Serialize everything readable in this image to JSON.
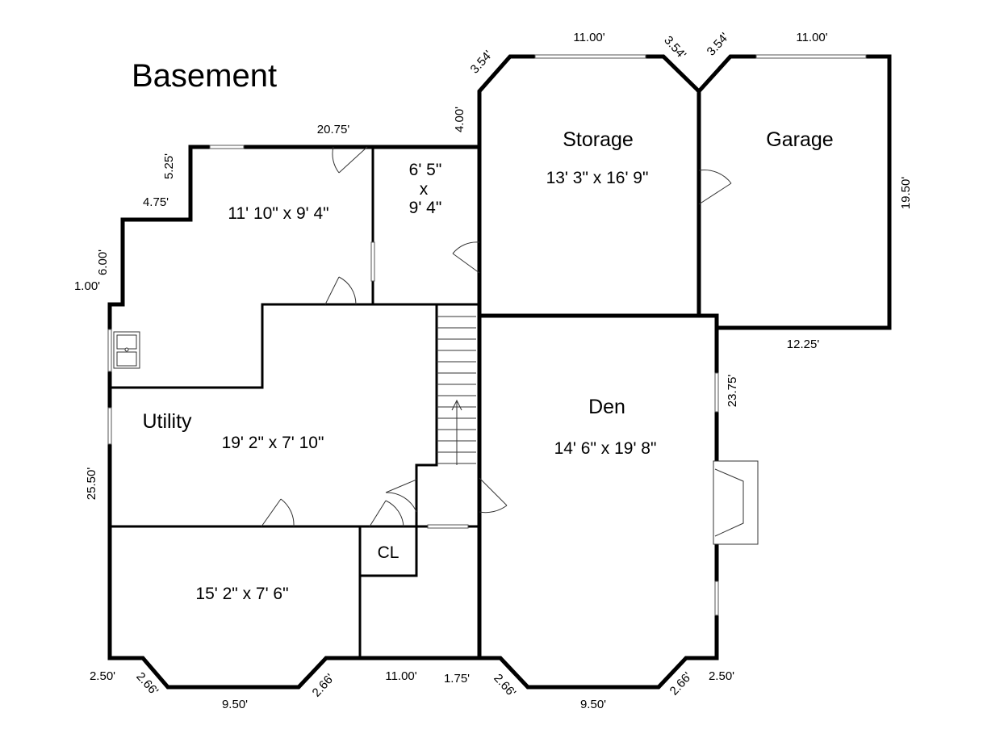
{
  "title": "Basement",
  "rooms": {
    "upper_left": {
      "size": "11' 10\" x 9' 4\""
    },
    "small": {
      "size_line1": "6' 5\"",
      "size_x": "x",
      "size_line2": "9' 4\""
    },
    "storage": {
      "name": "Storage",
      "size": "13' 3\" x 16' 9\""
    },
    "garage": {
      "name": "Garage"
    },
    "utility": {
      "name": "Utility",
      "size": "19' 2\" x 7' 10\""
    },
    "den": {
      "name": "Den",
      "size": "14' 6\" x 19' 8\""
    },
    "lower_left": {
      "size": "15' 2\" x 7' 6\""
    },
    "closet": {
      "name": "CL"
    }
  },
  "dimensions": {
    "top_storage": "11.00'",
    "top_garage": "11.00'",
    "storage_angle_left": "3.54'",
    "storage_angle_right": "3.54'",
    "garage_angle": "3.54'",
    "small_room_wall": "4.00'",
    "upper_top": "20.75'",
    "upper_step": "5.25'",
    "upper_step_h": "4.75'",
    "left_upper": "6.00'",
    "left_step": "1.00'",
    "left_main": "25.50'",
    "garage_right": "19.50'",
    "garage_bottom": "12.25'",
    "den_right": "23.75'",
    "bottom_left_corner": "2.50'",
    "bottom_left_angle1": "2.66'",
    "bottom_left_base": "9.50'",
    "bottom_left_angle2": "2.66'",
    "bottom_middle": "11.00'",
    "bottom_step": "1.75'",
    "bottom_right_angle1": "2.66'",
    "bottom_right_base": "9.50'",
    "bottom_right_angle2": "2.66'",
    "bottom_right_corner": "2.50'"
  }
}
